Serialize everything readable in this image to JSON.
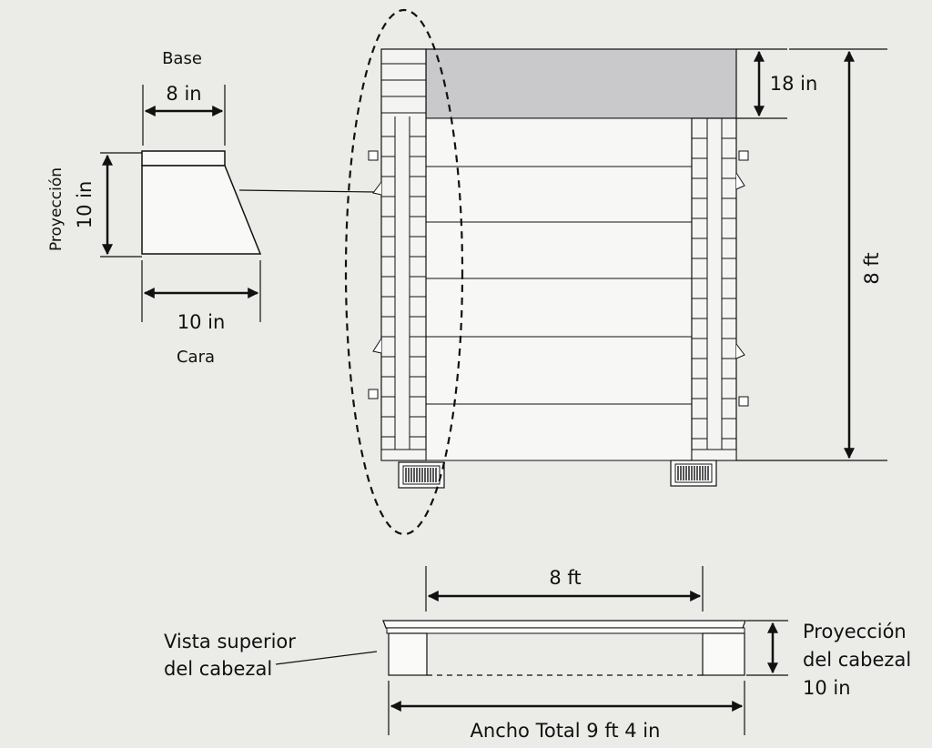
{
  "side_profile": {
    "base_label": "Base",
    "base_width": "8 in",
    "projection_label": "Proyección",
    "projection_value": "10 in",
    "face_width": "10 in",
    "face_label": "Cara"
  },
  "front_view": {
    "header_height": "18 in",
    "total_height": "8 ft"
  },
  "top_view": {
    "title_line1": "Vista superior",
    "title_line2": "del cabezal",
    "inner_width": "8 ft",
    "projection_line1": "Proyección",
    "projection_line2": "del cabezal",
    "projection_value": "10 in",
    "total_width": "Ancho Total 9 ft 4 in"
  },
  "colors": {
    "background": "#ebebe8",
    "header_fill": "#c9c9cc",
    "line": "#111111",
    "panel": "#f7f7f5"
  }
}
